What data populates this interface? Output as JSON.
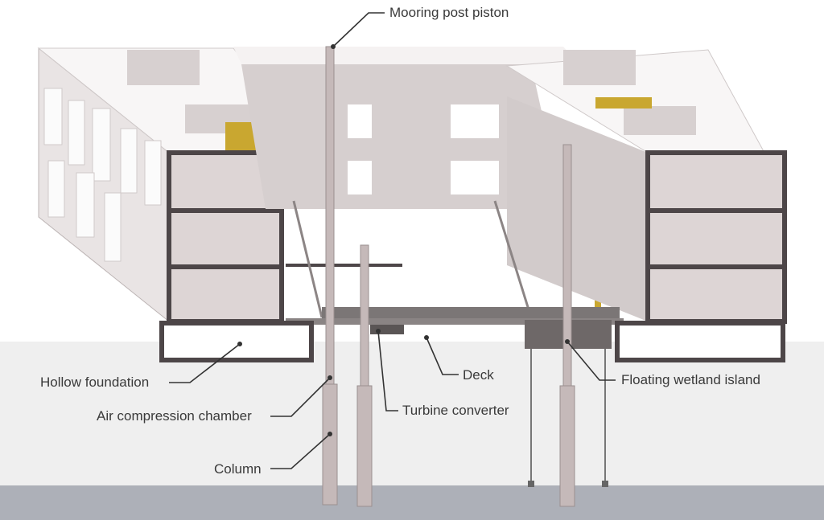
{
  "labels": {
    "mooring": "Mooring post piston",
    "hollow_foundation": "Hollow foundation",
    "air_chamber": "Air compression chamber",
    "column": "Column",
    "deck": "Deck",
    "turbine": "Turbine converter",
    "wetland": "Floating wetland island"
  },
  "colors": {
    "accent_yellow": "#c9a730",
    "wall": "#4d4648",
    "interior": "#ddd5d5",
    "roof": "#f7f4f4",
    "water": "#aeb1b8",
    "ground": "#eeeeee",
    "post": "#c5b9b9",
    "leader": "#333333"
  }
}
